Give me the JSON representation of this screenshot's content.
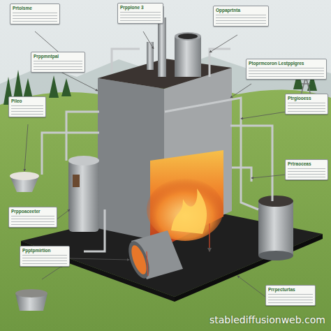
{
  "diagram": {
    "nodes": [
      {
        "text": [
          "Prtolsme"
        ]
      },
      {
        "text": [
          "Prpplone 3"
        ]
      },
      {
        "text": [
          "Oppaprtnta"
        ]
      },
      {
        "text": [
          "Prppmntpal"
        ]
      },
      {
        "text": [
          "Pileo"
        ]
      },
      {
        "text": [
          "Ptoprmcoron Lestpplgres"
        ]
      },
      {
        "text": [
          "Ptrgiooess"
        ]
      },
      {
        "text": [
          "Prtraoceas"
        ]
      },
      {
        "text": [
          "Prppoaceeter"
        ]
      },
      {
        "text": [
          "Ppptpmirtion"
        ]
      },
      {
        "text": [
          "Prrpecturtas"
        ]
      }
    ],
    "labels": [
      "stablediffusionweb.com"
    ]
  }
}
